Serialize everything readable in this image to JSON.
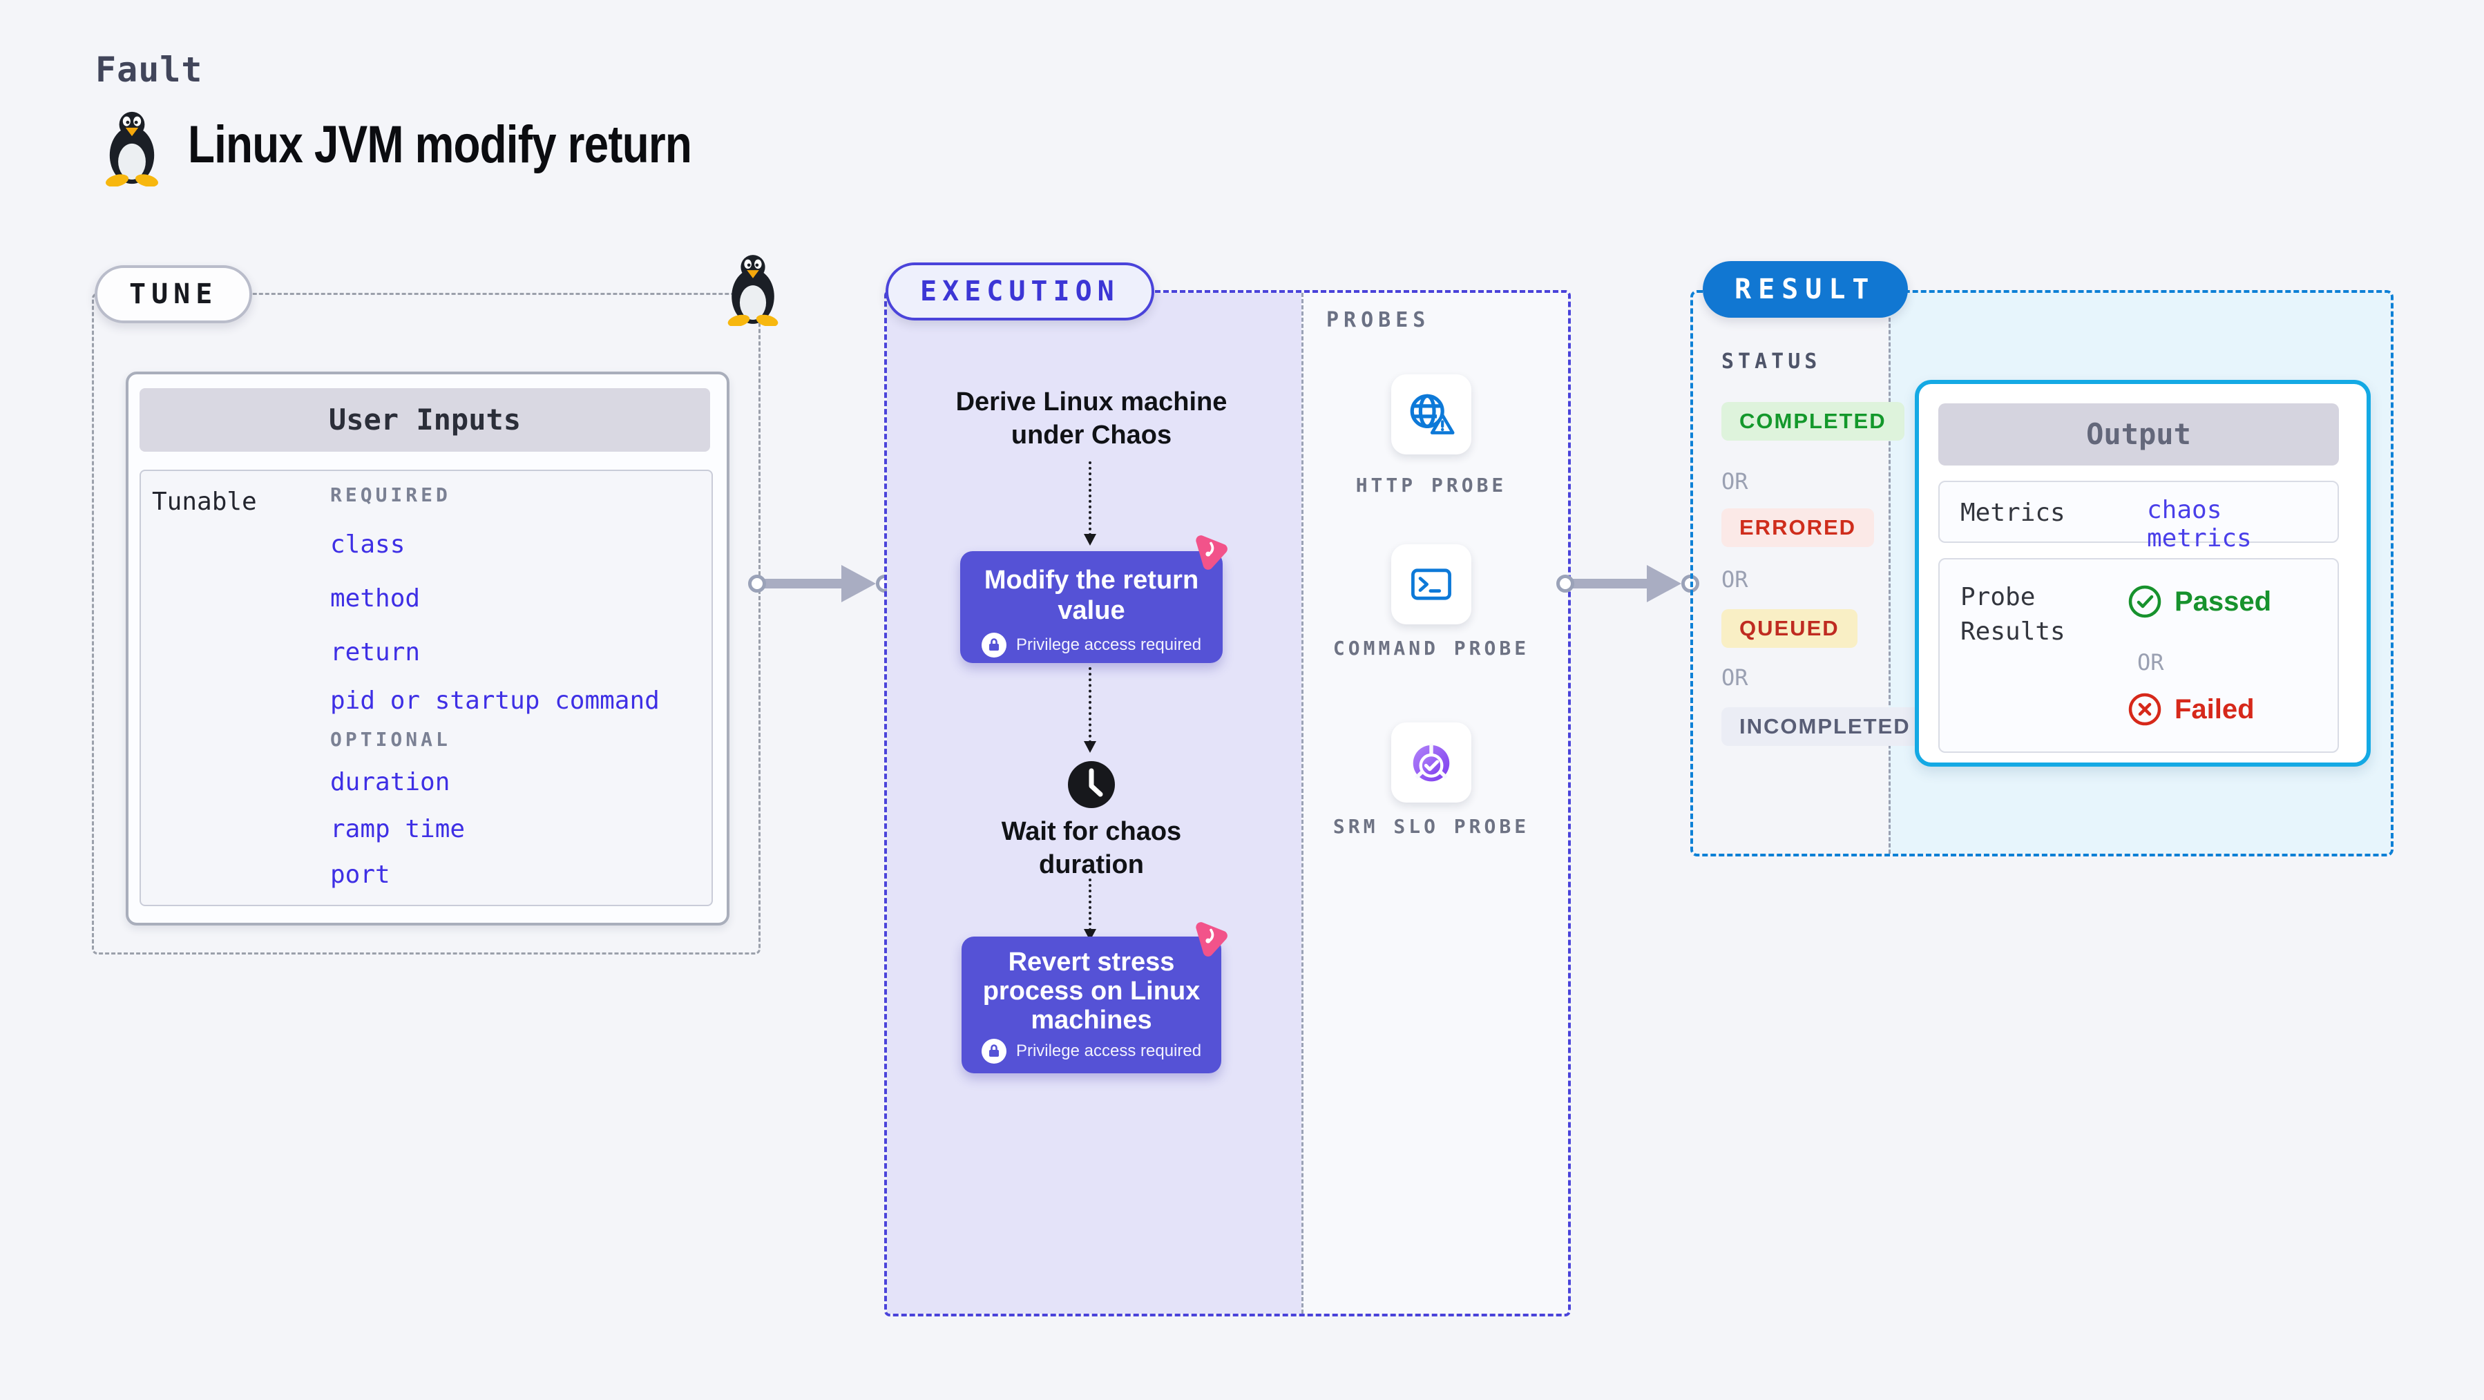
{
  "page": {
    "fault_label": "Fault",
    "title": "Linux JVM modify return"
  },
  "colors": {
    "page_bg": "#f4f5f9",
    "node_purple": "#5552d6",
    "exec_border": "#4a43da",
    "exec_flow_bg": "#e4e3f9",
    "result_border": "#0d80d6",
    "result_bg": "#e7f5fc",
    "result_pill_bg": "#1177d2",
    "output_border": "#14a9e4",
    "link_blue": "#3e2fe5",
    "probe_icon_blue": "#0d79d8",
    "probe_icon_purple": "#7c3aed",
    "pink_logo": "#f2538a",
    "passed_green": "#17922d",
    "failed_red": "#d6281a",
    "completed": {
      "fg": "#13982b",
      "bg": "#def3dc"
    },
    "errored": {
      "fg": "#cf2d1c",
      "bg": "#fbe9e7"
    },
    "queued": {
      "fg": "#bf2b21",
      "bg": "#f9efc5"
    },
    "incompleted": {
      "fg": "#595e76",
      "bg": "#ebedf5"
    }
  },
  "tune": {
    "pill": "TUNE",
    "user_inputs": {
      "header": "User Inputs",
      "row_label": "Tunable",
      "required_label": "REQUIRED",
      "required_items": [
        "class",
        "method",
        "return",
        "pid or startup command"
      ],
      "optional_label": "OPTIONAL",
      "optional_items": [
        "duration",
        "ramp time",
        "port"
      ]
    }
  },
  "execution": {
    "pill": "EXECUTION",
    "steps": {
      "derive": "Derive Linux machine under Chaos",
      "modify": {
        "title": "Modify the return value",
        "note": "Privilege access required"
      },
      "wait": "Wait for chaos duration",
      "revert": {
        "title": "Revert stress process on Linux machines",
        "note": "Privilege access required"
      }
    },
    "probes": {
      "label": "PROBES",
      "items": [
        {
          "label": "HTTP PROBE",
          "icon": "globe-warning-icon"
        },
        {
          "label": "COMMAND PROBE",
          "icon": "terminal-icon"
        },
        {
          "label": "SRM SLO PROBE",
          "icon": "slo-donut-check-icon"
        }
      ]
    }
  },
  "result": {
    "pill": "RESULT",
    "status": {
      "label": "STATUS",
      "or": "OR",
      "badges": [
        {
          "label": "COMPLETED"
        },
        {
          "label": "ERRORED"
        },
        {
          "label": "QUEUED"
        },
        {
          "label": "INCOMPLETED"
        }
      ]
    },
    "output": {
      "header": "Output",
      "metrics_label": "Metrics",
      "metrics_value": "chaos metrics",
      "probe_results_label": "Probe Results",
      "passed_label": "Passed",
      "or_label": "OR",
      "failed_label": "Failed"
    }
  }
}
